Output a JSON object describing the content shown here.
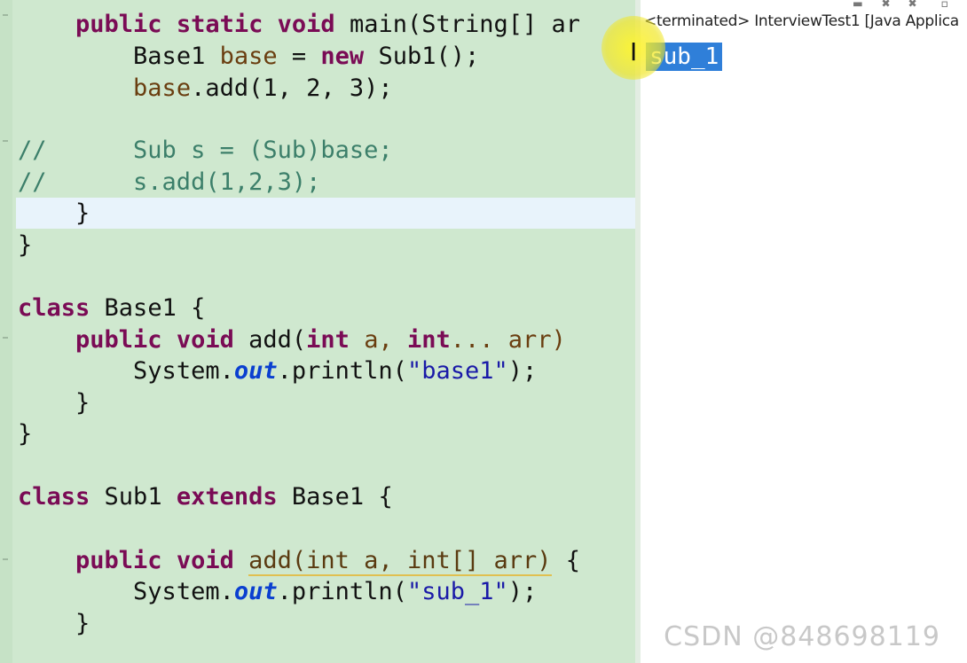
{
  "editor": {
    "line1": {
      "kw1": "public",
      "kw2": "static",
      "kw3": "void",
      "rest": "main(String[] ar"
    },
    "line2": {
      "type": "Base1",
      "var": "base",
      "eq": "=",
      "kw": "new",
      "ctor": "Sub1();"
    },
    "line3": {
      "var": "base",
      "call": ".add(1, 2, 3);"
    },
    "line4": {
      "text": "//      Sub s = (Sub)base;"
    },
    "line5": {
      "text": "//      s.add(1,2,3);"
    },
    "line6": {
      "text": "}"
    },
    "line7": {
      "text": "}"
    },
    "line8": {
      "kw": "class",
      "rest": "Base1 {"
    },
    "line9": {
      "kw1": "public",
      "kw2": "void",
      "m": "add(",
      "kw3": "int",
      "a": "a,",
      "kw4": "int",
      "rest": "... arr)"
    },
    "line10": {
      "pre": "System.",
      "field": "out",
      "mid": ".println(",
      "str": "\"base1\"",
      "post": ");"
    },
    "line11": {
      "text": "}"
    },
    "line12": {
      "text": "}"
    },
    "line13": {
      "kw1": "class",
      "name": "Sub1",
      "kw2": "extends",
      "rest": "Base1 {"
    },
    "line14": {
      "kw1": "public",
      "kw2": "void",
      "m": "add(int a, int[] arr)",
      "rest": " {"
    },
    "line15": {
      "pre": "System.",
      "field": "out",
      "mid": ".println(",
      "str": "\"sub_1\"",
      "post": ");"
    },
    "line16": {
      "text": "}"
    }
  },
  "console": {
    "header": "<terminated> InterviewTest1 [Java Applica",
    "output": "sub_1"
  },
  "watermark": "CSDN @848698119",
  "colors": {
    "editor_bg": "#cfe8cf",
    "keyword": "#7a0b55",
    "string": "#1a1aa8",
    "comment": "#3c7f6a",
    "selection": "#2f7fd9"
  }
}
